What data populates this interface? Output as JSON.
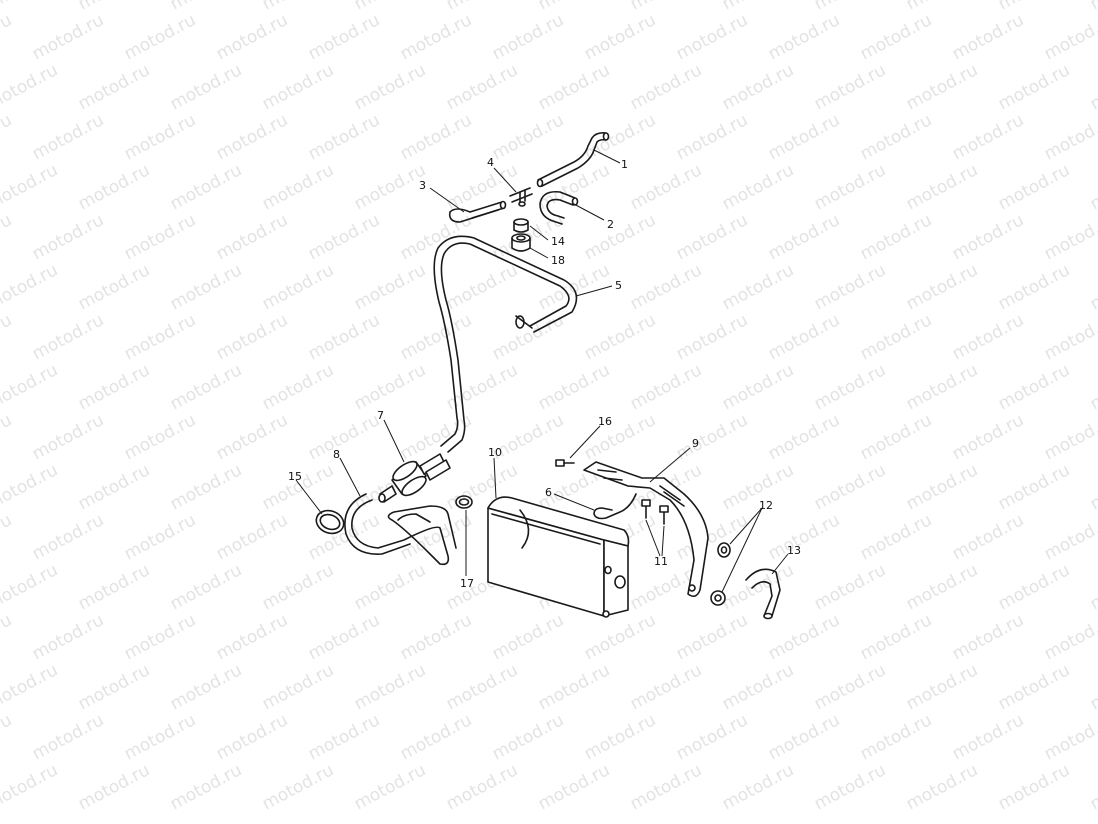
{
  "watermark": {
    "text": "motod.ru"
  },
  "callouts": [
    {
      "id": "c1",
      "label": "1"
    },
    {
      "id": "c2",
      "label": "2"
    },
    {
      "id": "c3",
      "label": "3"
    },
    {
      "id": "c4",
      "label": "4"
    },
    {
      "id": "c5",
      "label": "5"
    },
    {
      "id": "c6",
      "label": "6"
    },
    {
      "id": "c7",
      "label": "7"
    },
    {
      "id": "c8",
      "label": "8"
    },
    {
      "id": "c9",
      "label": "9"
    },
    {
      "id": "c10",
      "label": "10"
    },
    {
      "id": "c11",
      "label": "11"
    },
    {
      "id": "c12",
      "label": "12"
    },
    {
      "id": "c13",
      "label": "13"
    },
    {
      "id": "c14",
      "label": "14"
    },
    {
      "id": "c15",
      "label": "15"
    },
    {
      "id": "c16",
      "label": "16"
    },
    {
      "id": "c17",
      "label": "17"
    },
    {
      "id": "c18",
      "label": "18"
    }
  ]
}
